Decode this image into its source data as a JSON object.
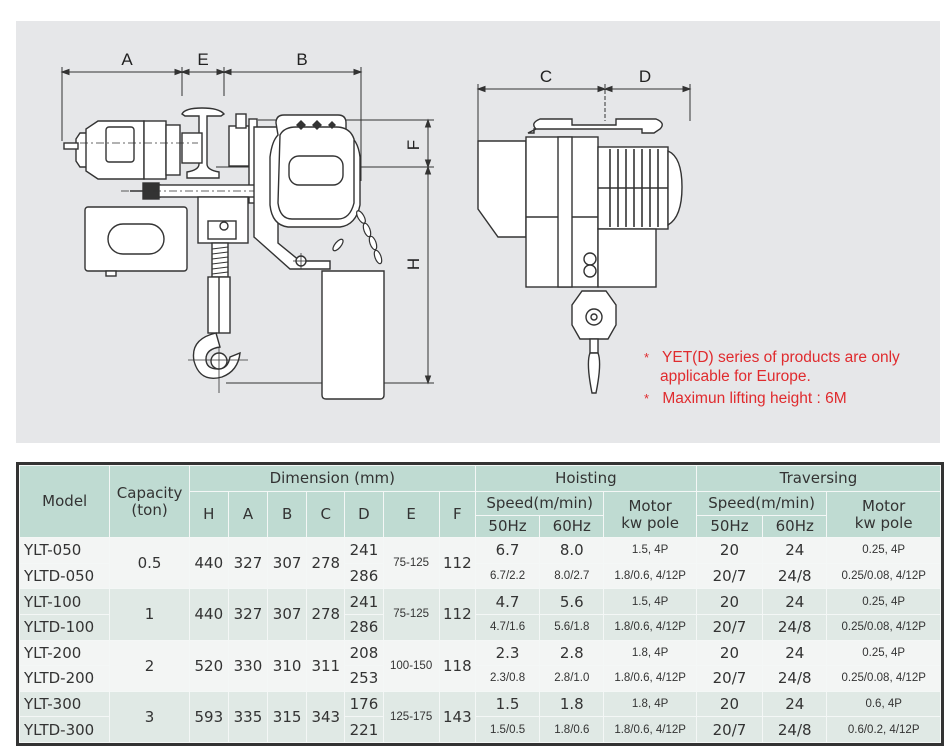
{
  "drawing": {
    "dimension_labels": {
      "A": "A",
      "E": "E",
      "B": "B",
      "F": "F",
      "H": "H",
      "C": "C",
      "D": "D"
    },
    "notes": [
      {
        "bullet": "*",
        "lines": [
          "YET(D) series of products are only",
          "applicable for Europe."
        ]
      },
      {
        "bullet": "*",
        "lines": [
          "Maximun lifting height : 6M"
        ]
      }
    ],
    "note_color": "#e02b2e"
  },
  "table": {
    "headers": {
      "model": "Model",
      "capacity": "Capacity\n(ton)",
      "capacity_line1": "Capacity",
      "capacity_line2": "(ton)",
      "dimension": "Dimension (mm)",
      "dims": [
        "H",
        "A",
        "B",
        "C",
        "D",
        "E",
        "F"
      ],
      "hoisting": "Hoisting",
      "traversing": "Traversing",
      "speed": "Speed(m/min)",
      "motor_line1": "Motor",
      "motor_line2": "kw pole",
      "hz50": "50Hz",
      "hz60": "60Hz"
    },
    "header_color": "#bfdbd2",
    "groups": [
      {
        "capacity": "0.5",
        "H": "440",
        "A": "327",
        "B": "307",
        "C": "278",
        "E": "75-125",
        "F": "112",
        "rows": [
          {
            "model": "YLT-050",
            "D": "241",
            "h50": "6.7",
            "h60": "8.0",
            "hmotor": "1.5, 4P",
            "t50": "20",
            "t60": "24",
            "tmotor": "0.25, 4P"
          },
          {
            "model": "YLTD-050",
            "D": "286",
            "h50": "6.7/2.2",
            "h60": "8.0/2.7",
            "hmotor": "1.8/0.6, 4/12P",
            "t50": "20/7",
            "t60": "24/8",
            "tmotor": "0.25/0.08, 4/12P"
          }
        ]
      },
      {
        "capacity": "1",
        "H": "440",
        "A": "327",
        "B": "307",
        "C": "278",
        "E": "75-125",
        "F": "112",
        "rows": [
          {
            "model": "YLT-100",
            "D": "241",
            "h50": "4.7",
            "h60": "5.6",
            "hmotor": "1.5, 4P",
            "t50": "20",
            "t60": "24",
            "tmotor": "0.25, 4P"
          },
          {
            "model": "YLTD-100",
            "D": "286",
            "h50": "4.7/1.6",
            "h60": "5.6/1.8",
            "hmotor": "1.8/0.6, 4/12P",
            "t50": "20/7",
            "t60": "24/8",
            "tmotor": "0.25/0.08, 4/12P"
          }
        ]
      },
      {
        "capacity": "2",
        "H": "520",
        "A": "330",
        "B": "310",
        "C": "311",
        "E": "100-150",
        "F": "118",
        "rows": [
          {
            "model": "YLT-200",
            "D": "208",
            "h50": "2.3",
            "h60": "2.8",
            "hmotor": "1.8, 4P",
            "t50": "20",
            "t60": "24",
            "tmotor": "0.25, 4P"
          },
          {
            "model": "YLTD-200",
            "D": "253",
            "h50": "2.3/0.8",
            "h60": "2.8/1.0",
            "hmotor": "1.8/0.6, 4/12P",
            "t50": "20/7",
            "t60": "24/8",
            "tmotor": "0.25/0.08, 4/12P"
          }
        ]
      },
      {
        "capacity": "3",
        "H": "593",
        "A": "335",
        "B": "315",
        "C": "343",
        "E": "125-175",
        "F": "143",
        "rows": [
          {
            "model": "YLT-300",
            "D": "176",
            "h50": "1.5",
            "h60": "1.8",
            "hmotor": "1.8, 4P",
            "t50": "20",
            "t60": "24",
            "tmotor": "0.6, 4P"
          },
          {
            "model": "YLTD-300",
            "D": "221",
            "h50": "1.5/0.5",
            "h60": "1.8/0.6",
            "hmotor": "1.8/0.6, 4/12P",
            "t50": "20/7",
            "t60": "24/8",
            "tmotor": "0.6/0.2, 4/12P"
          }
        ]
      }
    ]
  }
}
